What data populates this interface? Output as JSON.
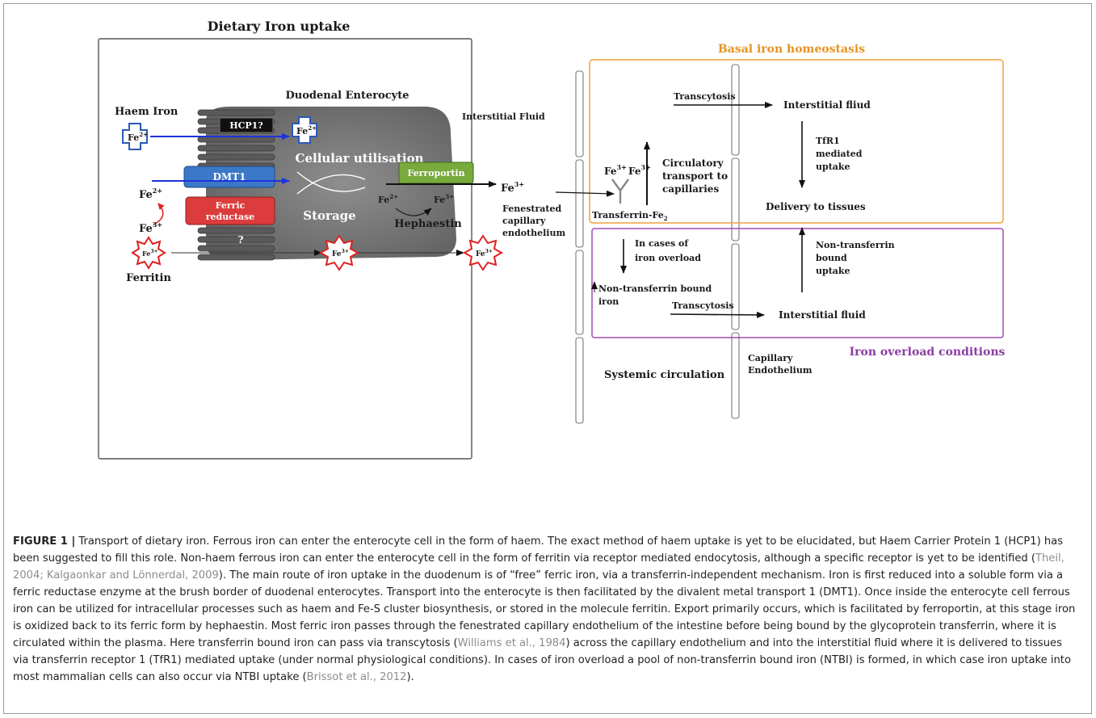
{
  "diagram": {
    "title": "Dietary Iron uptake",
    "enterocyte_label": "Duodenal Enterocyte",
    "haem_iron_label": "Haem Iron",
    "hcp1_label": "HCP1?",
    "fe2_label": "Fe",
    "fe2_sup": "2+",
    "fe3_sup": "3+",
    "cellular_utilisation": "Cellular utilisation",
    "storage": "Storage",
    "dmt1_label": "DMT1",
    "ferric_reductase_line1": "Ferric",
    "ferric_reductase_line2": "reductase",
    "unknown_receptor": "?",
    "ferritin_label": "Ferritin",
    "ferroportin_label": "Ferroportin",
    "hephaestin_label": "Hephaestin",
    "interstitial_fluid_top": "Interstitial Fluid",
    "fenestrated_line1": "Fenestrated",
    "fenestrated_line2": "capillary",
    "fenestrated_line3": "endothelium",
    "transferrin_label": "Transferrin-Fe",
    "transferrin_sub": "2",
    "circ_line1": "Circulatory",
    "circ_line2": "transport to",
    "circ_line3": "capillaries",
    "basal_title": "Basal iron homeostasis",
    "transcytosis": "Transcytosis",
    "interstitial_fliud": "Interstitial fliud",
    "tfr1_line1": "TfR1",
    "tfr1_line2": "mediated",
    "tfr1_line3": "uptake",
    "delivery": "Delivery to tissues",
    "overload_line1": "In cases of",
    "overload_line2": "iron overload",
    "ntb_line1": "Non-transferrin",
    "ntb_line2": "bound",
    "ntb_line3": "uptake",
    "ntbi_line1": "Non-transferrin bound",
    "ntbi_line2": "iron",
    "interstitial_fluid_bottom": "Interstitial fluid",
    "overload_title": "Iron overload conditions",
    "systemic": "Systemic circulation",
    "capillary_line1": "Capillary",
    "capillary_line2": "Endothelium",
    "colors": {
      "basal_box": "#f0a33c",
      "overload_box": "#a04cb4",
      "dmt1": "#3c78c8",
      "ferric_reductase": "#dc3c3c",
      "ferroportin": "#78aa3c",
      "hcp1": "#111111",
      "blue_arrow": "#1e32dc",
      "red_marker": "#e02020",
      "cell": "#767676"
    }
  },
  "caption": {
    "label": "FIGURE 1 |",
    "t1": " Transport of dietary iron. Ferrous iron can enter the enterocyte cell in the form of haem. The exact method of haem uptake is yet to be elucidated, but Haem Carrier Protein 1 (HCP1) has been suggested to fill this role. Non-haem ferrous iron can enter the enterocyte cell in the form of ferritin via receptor mediated endocytosis, although a specific receptor is yet to be identified (",
    "r1": "Theil, 2004; Kalgaonkar and Lönnerdal, 2009",
    "t2": "). The main route of iron uptake in the duodenum is of “free” ferric iron, via a transferrin-independent mechanism. Iron is first reduced into a soluble form via a ferric reductase enzyme at the brush border of duodenal enterocytes. Transport into the enterocyte is then facilitated by the divalent metal transport 1 (DMT1). Once inside the enterocyte cell ferrous iron can be utilized for intracellular processes such as haem and Fe-S cluster biosynthesis, or stored in the molecule ferritin. Export primarily occurs, which is facilitated by ferroportin, at this stage iron is oxidized back to its ferric form by hephaestin. Most ferric iron passes through the fenestrated capillary endothelium of the intestine before being bound by the glycoprotein transferrin, where it is circulated within the plasma. Here transferrin bound iron can pass via transcytosis (",
    "r2": "Williams et al., 1984",
    "t3": ") across the capillary endothelium and into the interstitial fluid where it is delivered to tissues via transferrin receptor 1 (TfR1) mediated uptake (under normal physiological conditions). In cases of iron overload a pool of non-transferrin bound iron (NTBI) is formed, in which case iron uptake into most mammalian cells can also occur via NTBI uptake (",
    "r3": "Brissot et al., 2012",
    "t4": ")."
  }
}
